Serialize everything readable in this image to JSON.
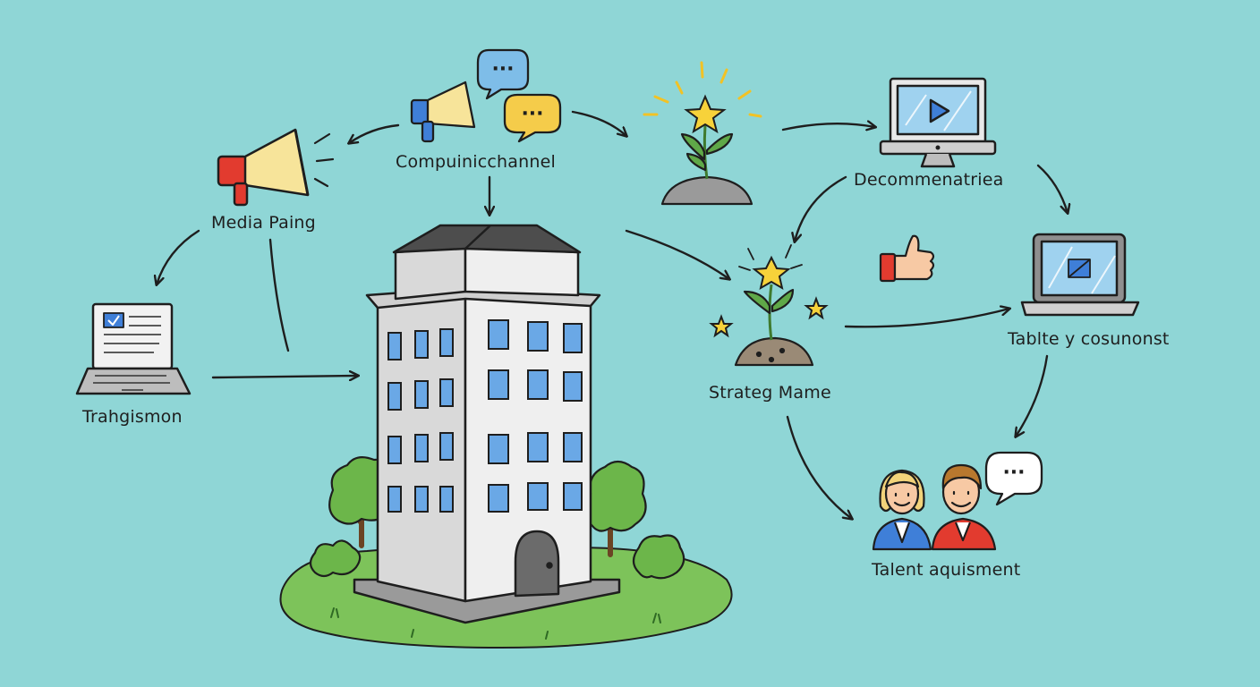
{
  "labels": {
    "media_paing": "Media Paing",
    "compuinicchannel": "Compuinicchannel",
    "decommenatriea": "Decommenatriea",
    "trahgismon": "Trahgismon",
    "strateg_mame": "Strateg Mame",
    "tablte_cosunonst": "Tablte y cosunonst",
    "talent_aquisment": "Talent aquisment"
  },
  "chat_bubbles": {
    "blue": "···",
    "yellow": "···",
    "white": "···"
  },
  "colors": {
    "background": "#8fd6d6",
    "grass": "#7dc35a",
    "building": "#efefef",
    "roof": "#4d4d4d",
    "window": "#6aa8e6",
    "megaphone_red": "#e23b2f",
    "megaphone_yellow": "#f7e49a",
    "star": "#f7d23a",
    "leaf": "#5fa848",
    "screen": "#9fd2ef",
    "tree": "#6cb64a"
  },
  "icons": [
    "megaphone-icon",
    "chat-bubble-icon",
    "sprout-icon",
    "star-icon",
    "monitor-icon",
    "laptop-icon",
    "thumbs-up-icon",
    "building-icon",
    "tree-icon",
    "people-icon"
  ]
}
